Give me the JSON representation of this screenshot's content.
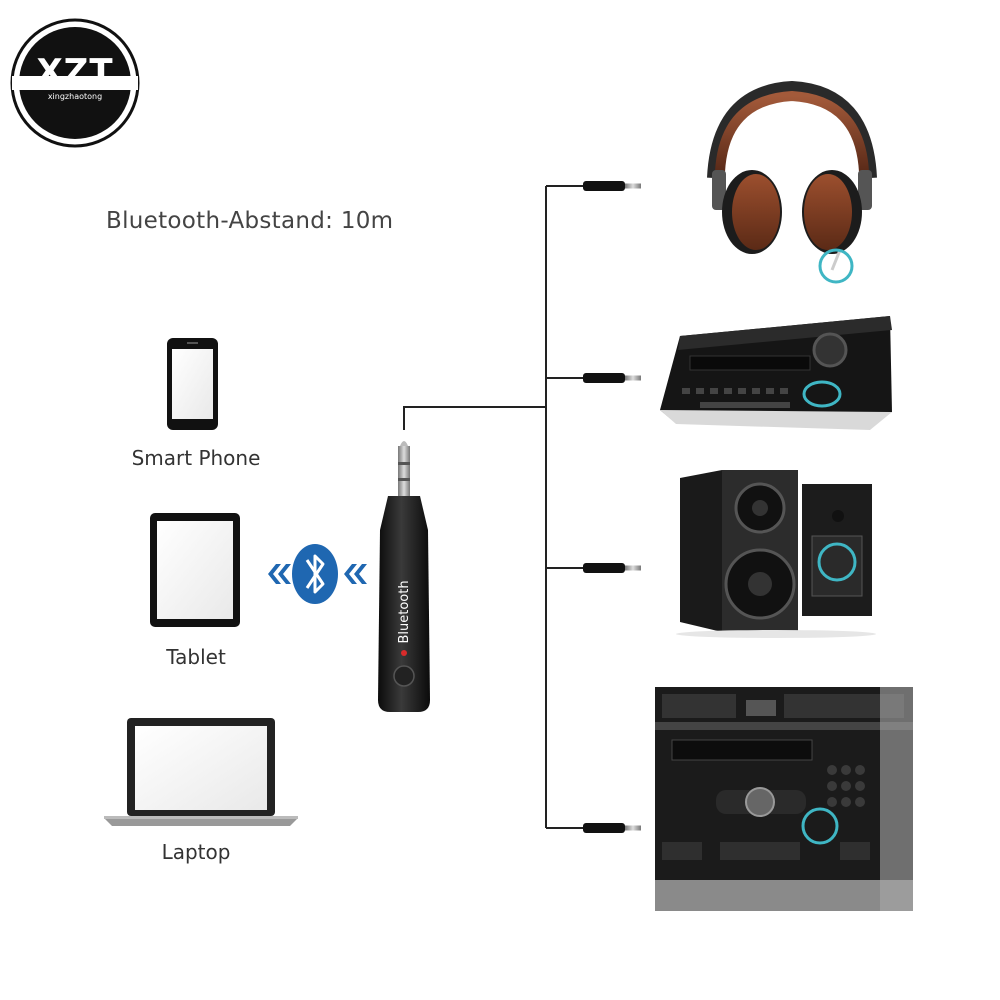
{
  "logo": {
    "text": "XZT",
    "subtext": "xingzhaotong"
  },
  "range_text": "Bluetooth-Abstand: 10m",
  "sources": [
    {
      "label": "Smart Phone",
      "icon": "smartphone-icon"
    },
    {
      "label": "Tablet",
      "icon": "tablet-icon"
    },
    {
      "label": "Laptop",
      "icon": "laptop-icon"
    }
  ],
  "receiver": {
    "label": "Bluetooth",
    "icon": "bluetooth-icon"
  },
  "outputs": [
    {
      "icon": "headphones-icon"
    },
    {
      "icon": "av-receiver-icon"
    },
    {
      "icon": "speakers-icon"
    },
    {
      "icon": "car-stereo-icon"
    }
  ],
  "colors": {
    "highlight_ring": "#3fb6c4",
    "bluetooth_blue": "#1f67b1",
    "arrow_blue": "#1f67b1",
    "cable": "#222222"
  }
}
